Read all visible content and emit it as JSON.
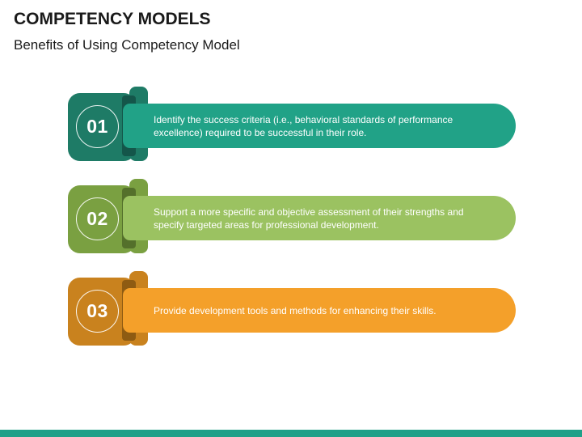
{
  "slide": {
    "title": "COMPETENCY MODELS",
    "subtitle": "Benefits of Using Competency Model",
    "items": [
      {
        "number": "01",
        "text": "Identify the success criteria (i.e., behavioral standards of performance excellence) required to be successful in their role.",
        "square_color": "#1e7b66",
        "fold_color": "#14564a",
        "pill_color": "#21a287"
      },
      {
        "number": "02",
        "text": "Support a more specific and objective assessment of their strengths and specify targeted areas for professional development.",
        "square_color": "#7aa041",
        "fold_color": "#54702b",
        "pill_color": "#9bc261"
      },
      {
        "number": "03",
        "text": "Provide development tools and methods for enhancing their skills.",
        "square_color": "#c9821e",
        "fold_color": "#8e5b12",
        "pill_color": "#f4a02a"
      }
    ],
    "footer_bar_color": "#1fa088"
  }
}
